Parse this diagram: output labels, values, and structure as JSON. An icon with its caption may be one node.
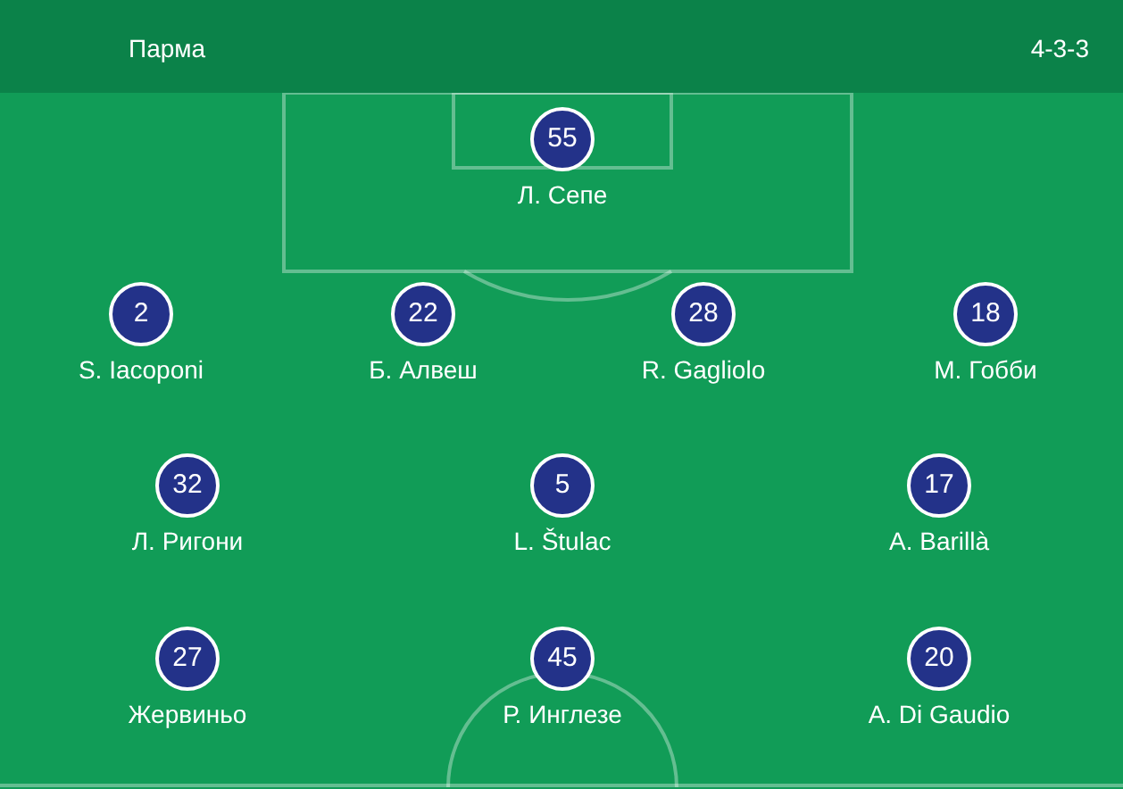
{
  "diagram": {
    "title": "Парма",
    "nodes": [
      {
        "text": [
          "55"
        ],
        "beside": [
          "Л. Сепе"
        ]
      },
      {
        "text": [
          "2"
        ],
        "beside": [
          "S. Iacoponi"
        ]
      },
      {
        "text": [
          "22"
        ],
        "beside": [
          "Б. Алвеш"
        ]
      },
      {
        "text": [
          "28"
        ],
        "beside": [
          "R. Gagliolo"
        ]
      },
      {
        "text": [
          "18"
        ],
        "beside": [
          "М. Гобби"
        ]
      },
      {
        "text": [
          "32"
        ],
        "beside": [
          "Л. Ригони"
        ]
      },
      {
        "text": [
          "5"
        ],
        "beside": [
          "L. Štulac"
        ]
      },
      {
        "text": [
          "17"
        ],
        "beside": [
          "A. Barillà"
        ]
      },
      {
        "text": [
          "27"
        ],
        "beside": [
          "Жервиньо"
        ]
      },
      {
        "text": [
          "45"
        ],
        "beside": [
          "Р. Инглезе"
        ]
      },
      {
        "text": [
          "20"
        ],
        "beside": [
          "A. Di Gaudio"
        ]
      }
    ],
    "labels": [
      "4-3-3"
    ]
  }
}
